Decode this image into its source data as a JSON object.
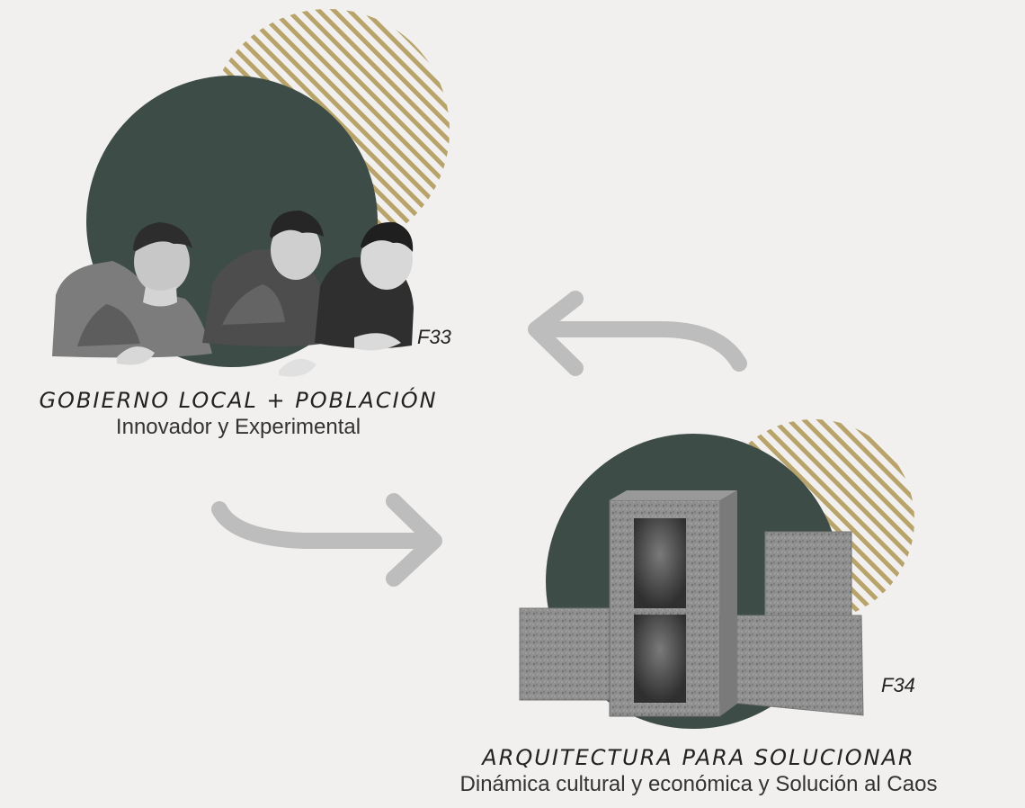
{
  "node_one": {
    "title": "GOBIERNO LOCAL + POBLACIÓN",
    "subtitle": "Innovador y Experimental",
    "figure_label": "F33",
    "image_subject": "three young men leaning forward in black and white"
  },
  "node_two": {
    "title": "ARQUITECTURA PARA SOLUCIONAR",
    "subtitle": "Dinámica cultural y económica y Solución al Caos",
    "figure_label": "F34",
    "image_subject": "concrete blocks arranged in a standing composition"
  },
  "colors": {
    "background": "#f1f0ee",
    "circle": "#3e4c47",
    "stripes": "#b8a36a",
    "arrow": "#bdbdbd",
    "photo_dark": "#2d2d2d",
    "photo_mid": "#6b6b6b",
    "concrete": "#8c8c8c"
  },
  "connectors": [
    {
      "name": "arrow-return",
      "direction": "left"
    },
    {
      "name": "arrow-forward",
      "direction": "right"
    }
  ]
}
